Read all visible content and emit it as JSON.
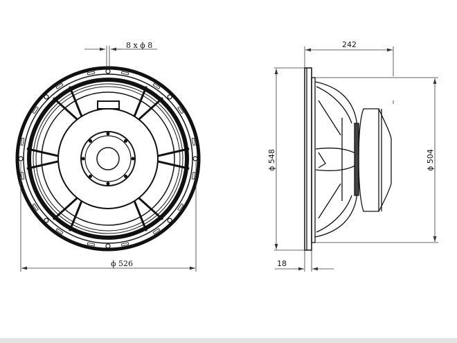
{
  "drawing": {
    "front_view": {
      "hole_label": "8 x ϕ 8",
      "diameter_label": "ϕ 526"
    },
    "side_view": {
      "depth_label": "242",
      "flange_diameter_label": "ϕ 548",
      "baffle_diameter_label": "ϕ 504",
      "flange_thickness_label": "18"
    }
  },
  "colors": {
    "line": "#111111",
    "footer": "#e4e4e4"
  }
}
